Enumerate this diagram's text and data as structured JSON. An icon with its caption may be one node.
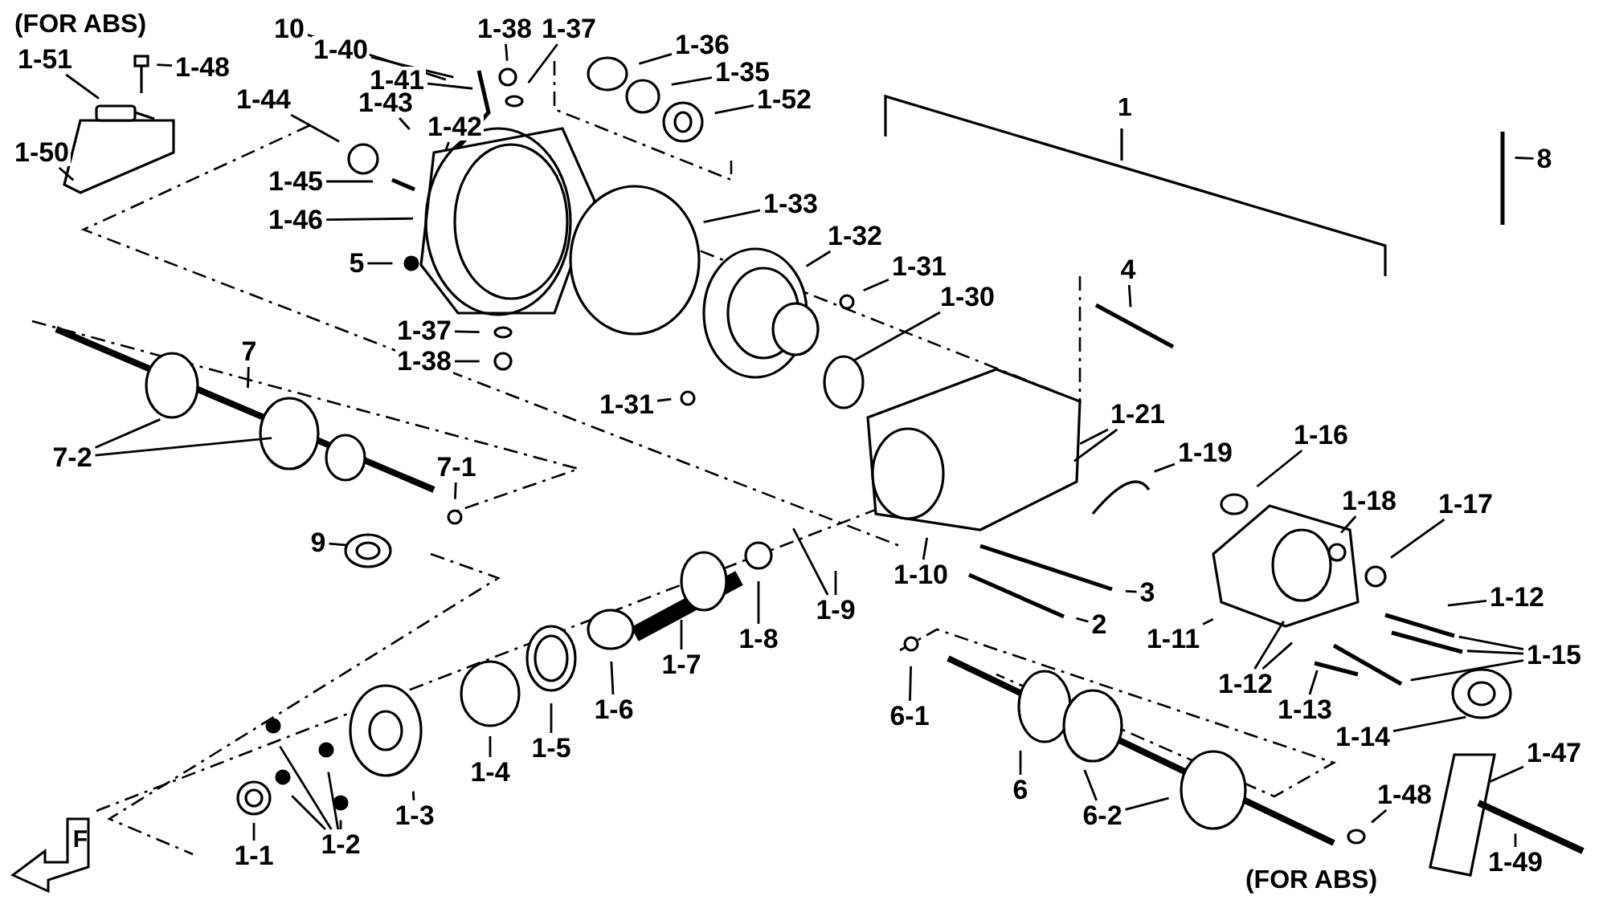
{
  "diagram": {
    "nodes": [
      {
        "text": [
          "10"
        ]
      },
      {
        "text": [
          "1-40"
        ]
      },
      {
        "text": [
          "1-38"
        ]
      },
      {
        "text": [
          "1-37"
        ]
      },
      {
        "text": [
          "1-36"
        ]
      },
      {
        "text": [
          "1-35"
        ]
      },
      {
        "text": [
          "1-52"
        ]
      },
      {
        "text": [
          "1-41"
        ]
      },
      {
        "text": [
          "1-44"
        ]
      },
      {
        "text": [
          "1-43"
        ]
      },
      {
        "text": [
          "1-42"
        ]
      },
      {
        "text": [
          "1-51"
        ]
      },
      {
        "text": [
          "1-48"
        ]
      },
      {
        "text": [
          "1-50"
        ]
      },
      {
        "text": [
          "1-45"
        ]
      },
      {
        "text": [
          "1-46"
        ]
      },
      {
        "text": [
          "5"
        ]
      },
      {
        "text": [
          "1-33"
        ]
      },
      {
        "text": [
          "1-32"
        ]
      },
      {
        "text": [
          "1-31"
        ]
      },
      {
        "text": [
          "1-30"
        ]
      },
      {
        "text": [
          "4"
        ]
      },
      {
        "text": [
          "8"
        ]
      },
      {
        "text": [
          "1-37"
        ]
      },
      {
        "text": [
          "1-38"
        ]
      },
      {
        "text": [
          "7"
        ]
      },
      {
        "text": [
          "7-2"
        ]
      },
      {
        "text": [
          "1-31"
        ]
      },
      {
        "text": [
          "1-21"
        ]
      },
      {
        "text": [
          "1-19"
        ]
      },
      {
        "text": [
          "1-16"
        ]
      },
      {
        "text": [
          "7-1"
        ]
      },
      {
        "text": [
          "9"
        ]
      },
      {
        "text": [
          "1-18"
        ]
      },
      {
        "text": [
          "1-17"
        ]
      },
      {
        "text": [
          "1-10"
        ]
      },
      {
        "text": [
          "1-9"
        ]
      },
      {
        "text": [
          "3"
        ]
      },
      {
        "text": [
          "2"
        ]
      },
      {
        "text": [
          "1-8"
        ]
      },
      {
        "text": [
          "1-7"
        ]
      },
      {
        "text": [
          "1-12"
        ]
      },
      {
        "text": [
          "1-11"
        ]
      },
      {
        "text": [
          "1-15"
        ]
      },
      {
        "text": [
          "1-6"
        ]
      },
      {
        "text": [
          "1-12"
        ]
      },
      {
        "text": [
          "1-5"
        ]
      },
      {
        "text": [
          "1-13"
        ]
      },
      {
        "text": [
          "1-14"
        ]
      },
      {
        "text": [
          "6-1"
        ]
      },
      {
        "text": [
          "1-4"
        ]
      },
      {
        "text": [
          "1-47"
        ]
      },
      {
        "text": [
          "6"
        ]
      },
      {
        "text": [
          "6-2"
        ]
      },
      {
        "text": [
          "1-48"
        ]
      },
      {
        "text": [
          "1-3"
        ]
      },
      {
        "text": [
          "1-2"
        ]
      },
      {
        "text": [
          "1-1"
        ]
      },
      {
        "text": [
          "1-49"
        ]
      }
    ],
    "edges": [
      {
        "from": 0,
        "to": null,
        "arrow": "none"
      },
      {
        "from": 1,
        "to": null,
        "arrow": "none"
      },
      {
        "from": 2,
        "to": null,
        "arrow": "none"
      },
      {
        "from": 3,
        "to": null,
        "arrow": "none"
      },
      {
        "from": 4,
        "to": null,
        "arrow": "none"
      },
      {
        "from": 5,
        "to": null,
        "arrow": "none"
      },
      {
        "from": 6,
        "to": null,
        "arrow": "none"
      },
      {
        "from": 7,
        "to": null,
        "arrow": "none"
      },
      {
        "from": 8,
        "to": null,
        "arrow": "none"
      },
      {
        "from": 9,
        "to": null,
        "arrow": "none"
      },
      {
        "from": 10,
        "to": null,
        "arrow": "none"
      },
      {
        "from": 11,
        "to": null,
        "arrow": "none"
      },
      {
        "from": 12,
        "to": null,
        "arrow": "none"
      },
      {
        "from": 13,
        "to": null,
        "arrow": "none"
      },
      {
        "from": 14,
        "to": null,
        "arrow": "none"
      },
      {
        "from": 15,
        "to": null,
        "arrow": "none"
      },
      {
        "from": 16,
        "to": null,
        "arrow": "none"
      },
      {
        "from": 17,
        "to": null,
        "arrow": "none"
      },
      {
        "from": 18,
        "to": null,
        "arrow": "none"
      },
      {
        "from": 19,
        "to": null,
        "arrow": "none"
      },
      {
        "from": 20,
        "to": null,
        "arrow": "none"
      },
      {
        "from": 21,
        "to": null,
        "arrow": "none"
      },
      {
        "from": 22,
        "to": null,
        "arrow": "none"
      },
      {
        "from": 23,
        "to": null,
        "arrow": "none"
      },
      {
        "from": 24,
        "to": null,
        "arrow": "none"
      },
      {
        "from": 25,
        "to": null,
        "arrow": "none"
      },
      {
        "from": 26,
        "to": null,
        "arrow": "none"
      },
      {
        "from": 26,
        "to": null,
        "arrow": "none"
      },
      {
        "from": 27,
        "to": null,
        "arrow": "none"
      },
      {
        "from": 28,
        "to": null,
        "arrow": "none"
      },
      {
        "from": 28,
        "to": null,
        "arrow": "none"
      },
      {
        "from": 29,
        "to": null,
        "arrow": "none"
      },
      {
        "from": 30,
        "to": null,
        "arrow": "none"
      },
      {
        "from": 31,
        "to": null,
        "arrow": "none"
      },
      {
        "from": 32,
        "to": null,
        "arrow": "none"
      },
      {
        "from": 33,
        "to": null,
        "arrow": "none"
      },
      {
        "from": 34,
        "to": null,
        "arrow": "none"
      },
      {
        "from": 35,
        "to": null,
        "arrow": "none"
      },
      {
        "from": 36,
        "to": null,
        "arrow": "none"
      },
      {
        "from": 36,
        "to": null,
        "arrow": "none"
      },
      {
        "from": 37,
        "to": null,
        "arrow": "none"
      },
      {
        "from": 38,
        "to": null,
        "arrow": "none"
      },
      {
        "from": 39,
        "to": null,
        "arrow": "none"
      },
      {
        "from": 40,
        "to": null,
        "arrow": "none"
      },
      {
        "from": 41,
        "to": null,
        "arrow": "none"
      },
      {
        "from": 42,
        "to": null,
        "arrow": "none"
      },
      {
        "from": 43,
        "to": null,
        "arrow": "none"
      },
      {
        "from": 43,
        "to": null,
        "arrow": "none"
      },
      {
        "from": 43,
        "to": null,
        "arrow": "none"
      },
      {
        "from": 44,
        "to": null,
        "arrow": "none"
      },
      {
        "from": 45,
        "to": null,
        "arrow": "none"
      },
      {
        "from": 45,
        "to": null,
        "arrow": "none"
      },
      {
        "from": 46,
        "to": null,
        "arrow": "none"
      },
      {
        "from": 47,
        "to": null,
        "arrow": "none"
      },
      {
        "from": 48,
        "to": null,
        "arrow": "none"
      },
      {
        "from": 49,
        "to": null,
        "arrow": "none"
      },
      {
        "from": 50,
        "to": null,
        "arrow": "none"
      },
      {
        "from": 51,
        "to": null,
        "arrow": "none"
      },
      {
        "from": 52,
        "to": null,
        "arrow": "none"
      },
      {
        "from": 53,
        "to": null,
        "arrow": "none"
      },
      {
        "from": 53,
        "to": null,
        "arrow": "none"
      },
      {
        "from": 54,
        "to": null,
        "arrow": "none"
      },
      {
        "from": 55,
        "to": null,
        "arrow": "none"
      },
      {
        "from": 56,
        "to": null,
        "arrow": "none"
      },
      {
        "from": 56,
        "to": null,
        "arrow": "none"
      },
      {
        "from": 56,
        "to": null,
        "arrow": "none"
      },
      {
        "from": 56,
        "to": null,
        "arrow": "none"
      },
      {
        "from": 57,
        "to": null,
        "arrow": "none"
      },
      {
        "from": 58,
        "to": null,
        "arrow": "none"
      }
    ],
    "labels": [
      "(FOR ABS)",
      "1",
      "(FOR ABS)",
      "F"
    ]
  }
}
